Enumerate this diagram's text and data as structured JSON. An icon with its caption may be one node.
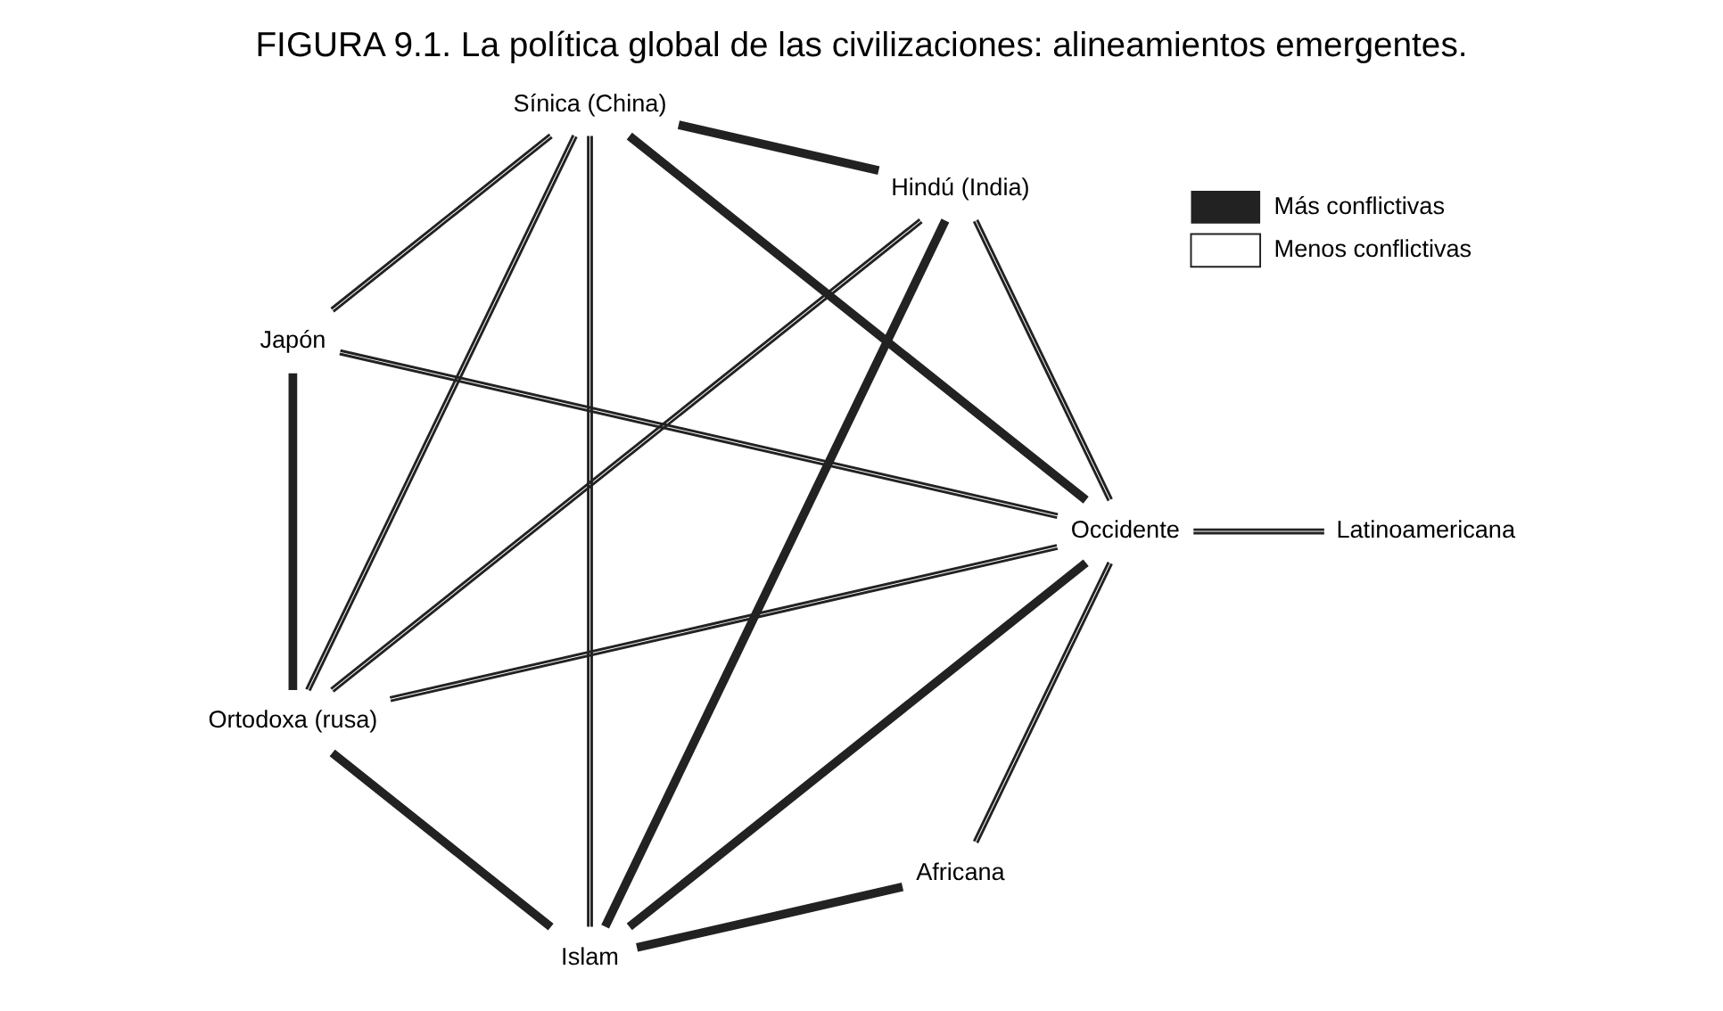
{
  "diagram": {
    "title": "FIGURA 9.1. La política global de las civilizaciones: alineamientos emergentes.",
    "nodes": [
      {
        "text": [
          "Japón"
        ]
      },
      {
        "text": [
          "Ortodoxa (rusa)"
        ]
      },
      {
        "text": [
          "Africana"
        ]
      },
      {
        "text": [
          "Islam"
        ]
      },
      {
        "text": [
          "Occidente"
        ]
      },
      {
        "text": [
          "Latinoamericana"
        ]
      },
      {
        "text": [
          "Sínica (China)"
        ]
      },
      {
        "text": [
          "Hindú (India)"
        ]
      }
    ],
    "edges": [
      {
        "from": 0,
        "to": 1,
        "arrow": "none",
        "style": "thick"
      },
      {
        "from": 1,
        "to": 3,
        "arrow": "none",
        "style": "thick"
      },
      {
        "from": 2,
        "to": 3,
        "arrow": "none",
        "style": "thick"
      },
      {
        "from": 0,
        "to": 4,
        "arrow": "none"
      },
      {
        "from": 0,
        "to": 6,
        "arrow": "none"
      },
      {
        "from": 2,
        "to": 4,
        "arrow": "none"
      },
      {
        "from": 4,
        "to": 1,
        "arrow": "none"
      },
      {
        "from": 4,
        "to": 3,
        "arrow": "none",
        "style": "thick"
      },
      {
        "from": 4,
        "to": 6,
        "arrow": "none",
        "style": "thick"
      },
      {
        "from": 4,
        "to": 5,
        "arrow": "none"
      },
      {
        "from": 4,
        "to": 7,
        "arrow": "none"
      },
      {
        "from": 1,
        "to": 7,
        "arrow": "none"
      },
      {
        "from": 1,
        "to": 6,
        "arrow": "none"
      },
      {
        "from": 3,
        "to": 6,
        "arrow": "none"
      },
      {
        "from": 3,
        "to": 7,
        "arrow": "none",
        "style": "thick"
      },
      {
        "from": 7,
        "to": 6,
        "arrow": "none",
        "style": "thick"
      }
    ],
    "legend": [
      {
        "text": "Más conflictivas"
      },
      {
        "text": "Menos conflictivas"
      }
    ]
  }
}
